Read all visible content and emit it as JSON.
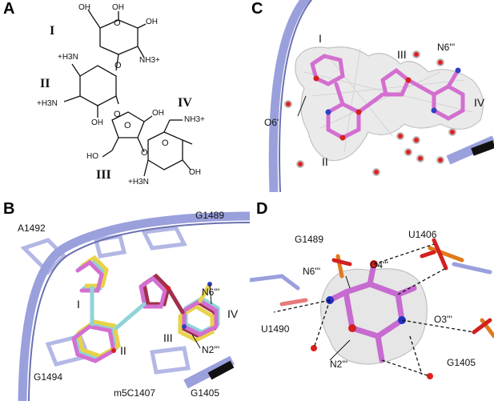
{
  "panels": {
    "A": {
      "label": "A",
      "rings": [
        "I",
        "II",
        "III",
        "IV"
      ],
      "groups": {
        "oh_top_left": "OH",
        "oh_top_mid": "OH",
        "oh_top_right": "OH",
        "nh3_ring1": "NH3+",
        "h3n_ring2_top": "+H3N",
        "h3n_ring2_left": "+H3N",
        "oh_ring2": "OH",
        "oh_ring3_right": "OH",
        "ho_ring3": "HO",
        "nh3_ring4": "NH3+",
        "h3n_ring4": "+H3N",
        "oh_ring4": "OH"
      }
    },
    "B": {
      "label": "B",
      "residues": [
        "A1492",
        "G1489",
        "N6'''",
        "IV",
        "I",
        "II",
        "III",
        "N2'''",
        "G1494",
        "m5C1407",
        "G1405"
      ]
    },
    "C": {
      "label": "C",
      "labels": [
        "I",
        "III",
        "N6'''",
        "IV",
        "O6'",
        "II"
      ]
    },
    "D": {
      "label": "D",
      "labels": [
        "G1489",
        "U1406",
        "N6'''",
        "O4'''",
        "U1490",
        "O3'''",
        "N2'''",
        "G1405"
      ]
    }
  },
  "colors": {
    "rna_ribbon": "#9aa0dc",
    "ligand_magenta": "#d36fd0",
    "ligand_cyan": "#8fd3d8",
    "ligand_yellow": "#e8d24a",
    "ligand_maroon": "#a0304a",
    "water": "#e02020",
    "phosphate": "#e07a1c",
    "density_mesh": "#cccccc"
  }
}
